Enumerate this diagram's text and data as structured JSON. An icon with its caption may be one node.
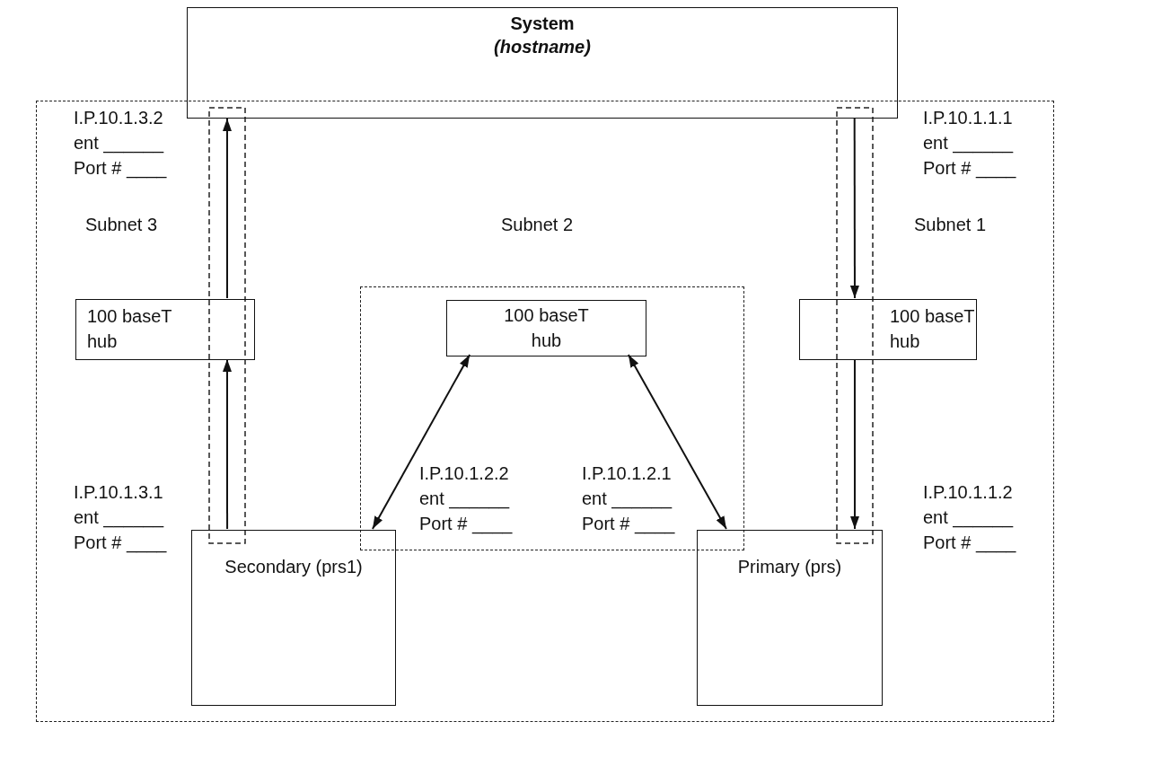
{
  "diagram": {
    "nodes": [
      {
        "text": [],
        "shape": "box"
      },
      {
        "text": [
          "System",
          "(hostname)"
        ]
      },
      {
        "text": [
          "100 baseT hub"
        ],
        "in": 0
      },
      {
        "text": [],
        "shape": "box",
        "in": 0
      },
      {
        "text": [
          "100 baseT hub"
        ],
        "in": 3
      },
      {
        "text": [
          "100 baseT hub"
        ],
        "in": 0
      },
      {
        "text": [
          "Secondary (prs1)"
        ],
        "in": 0
      },
      {
        "text": [
          "Primary (prs)"
        ],
        "in": 0
      }
    ],
    "edges": [
      {
        "from": 2,
        "to": 1,
        "arrow": "to"
      },
      {
        "from": 6,
        "to": 2,
        "arrow": "to"
      },
      {
        "from": 4,
        "to": 6,
        "arrow": "both"
      },
      {
        "from": 4,
        "to": 7,
        "arrow": "both"
      },
      {
        "from": 1,
        "to": 5,
        "arrow": "to"
      },
      {
        "from": 5,
        "to": 7,
        "arrow": "to"
      }
    ],
    "labels": [
      "I.P.10.1.3.2",
      "ent ______",
      "Port # ____",
      "I.P.10.1.1.1",
      "ent ______",
      "Port # ____",
      "Subnet 3",
      "Subnet 2",
      "Subnet 1",
      "I.P.10.1.2.2",
      "ent ______",
      "Port # ____",
      "I.P.10.1.2.1",
      "ent ______",
      "Port # ____",
      "I.P.10.1.3.1",
      "ent ______",
      "Port # ____",
      "I.P.10.1.1.2",
      "ent ______",
      "Port # ____"
    ]
  }
}
